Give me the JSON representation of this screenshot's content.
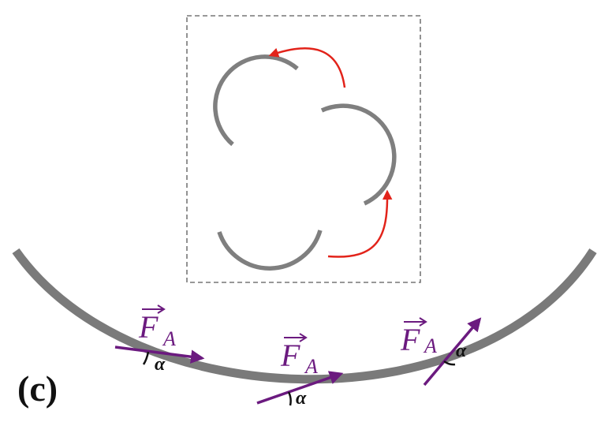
{
  "panel_label": "(c)",
  "inset": {
    "arc_count": 3,
    "rotation_arrows": 2
  },
  "forces": [
    {
      "letter": "F",
      "subscript": "A",
      "angle_symbol": "α"
    },
    {
      "letter": "F",
      "subscript": "A",
      "angle_symbol": "α"
    },
    {
      "letter": "F",
      "subscript": "A",
      "angle_symbol": "α"
    }
  ],
  "colors": {
    "track": "#7a7a7a",
    "arc": "#7f7f7f",
    "rotation_arrow": "#e2231a",
    "force": "#6b1a7f",
    "inset_border": "#777777",
    "angle_mark": "#111111"
  }
}
